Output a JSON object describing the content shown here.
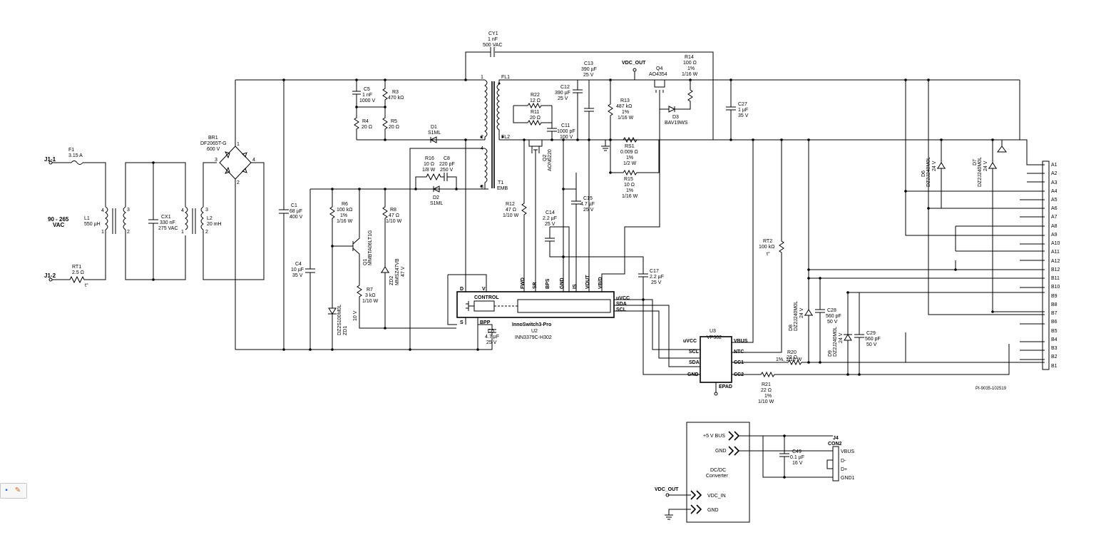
{
  "terminals": {
    "j1_1": "J1-1",
    "j1_2": "J1-2",
    "vac_1": "90 - 265",
    "vac_2": "VAC",
    "vdc_out_top": "VDC_OUT",
    "vdc_out_bottom": "VDC_OUT"
  },
  "parts": {
    "f1": [
      "F1",
      "3.15 A"
    ],
    "rt1": [
      "RT1",
      "2.5 Ω",
      "t°"
    ],
    "l1": [
      "L1",
      "550 µH"
    ],
    "cx1": [
      "CX1",
      "330 nF",
      "275 VAC"
    ],
    "l2": [
      "L2",
      "20 mH"
    ],
    "br1": [
      "BR1",
      "DF2065T-G",
      "600 V"
    ],
    "c1": [
      "C1",
      "68 µF",
      "400 V"
    ],
    "c4": [
      "C4",
      "10 µF",
      "35 V"
    ],
    "c5": [
      "C5",
      "1 nF",
      "1000 V"
    ],
    "r3": [
      "R3",
      "470 kΩ"
    ],
    "r4": [
      "R4",
      "20 Ω"
    ],
    "r5": [
      "R5",
      "20 Ω"
    ],
    "d1": [
      "D1",
      "S1ML"
    ],
    "cy1": [
      "CY1",
      "1 nF",
      "500 VAC"
    ],
    "r16": [
      "R16",
      "10 Ω",
      "1/8 W"
    ],
    "c8": [
      "C8",
      "220 pF",
      "250 V"
    ],
    "d2": [
      "D2",
      "S1ML"
    ],
    "r6": [
      "R6",
      "100 kΩ",
      "1%",
      "1/16 W"
    ],
    "r8": [
      "R8",
      "47 Ω",
      "1/10 W"
    ],
    "q1": [
      "Q1",
      "MMBTA06LT1G"
    ],
    "zd2": [
      "ZD2",
      "MMSZ47VB",
      "47 V"
    ],
    "r7": [
      "R7",
      "3 kΩ",
      "1/10 W"
    ],
    "zd1": [
      "ZD1",
      "DZ2S100M0L",
      "10 V"
    ],
    "t1": [
      "T1",
      "EMB"
    ],
    "fl": [
      "FL1",
      "FL2"
    ],
    "r22": [
      "R22",
      "12 Ω"
    ],
    "r11": [
      "R11",
      "20 Ω"
    ],
    "c11": [
      "C11",
      "1000 pF",
      "100 V"
    ],
    "c12": [
      "C12",
      "390 µF",
      "25 V"
    ],
    "q2": [
      "Q2",
      "AON6220"
    ],
    "c13": [
      "C13",
      "390 µF",
      "25 V"
    ],
    "r12": [
      "R12",
      "47 Ω",
      "1/10 W"
    ],
    "c14": [
      "C14",
      "2.2 µF",
      "25 V"
    ],
    "c15": [
      "C15",
      "4.7 µF",
      "25 V"
    ],
    "r13": [
      "R13",
      "487 kΩ",
      "1%",
      "1/16 W"
    ],
    "rs1": [
      "RS1",
      "0.009 Ω",
      "1%",
      "1/2 W"
    ],
    "r15": [
      "R15",
      "10 Ω",
      "1%",
      "1/16 W"
    ],
    "q4": [
      "Q4",
      "AO4354"
    ],
    "r14": [
      "R14",
      "100 Ω",
      "1%",
      "1/16 W"
    ],
    "d3": [
      "D3",
      "BAV19WS"
    ],
    "c27": [
      "C27",
      "1 µF",
      "35 V"
    ],
    "c17": [
      "C17",
      "2.2 µF",
      "25 V"
    ],
    "c6": [
      "C6",
      "4.7 µF",
      "25 V"
    ],
    "u2": [
      "InnoSwitch3-Pro",
      "U2",
      "INN3379C-H302"
    ],
    "u3": [
      "U3",
      "VP302"
    ],
    "rt2": [
      "RT2",
      "100 kΩ",
      "t°"
    ],
    "d8": [
      "D8",
      "DZ2J240M0L",
      "24 V"
    ],
    "c28": [
      "C28",
      "560 pF",
      "50 V"
    ],
    "d9": [
      "D9",
      "DZ2J240M0L",
      "24 V"
    ],
    "c29": [
      "C29",
      "560 pF",
      "50 V"
    ],
    "r20": [
      "R20",
      "22 Ω",
      "1%, 1/10 W"
    ],
    "r21": [
      "R21",
      "22 Ω",
      "1%",
      "1/10 W"
    ],
    "d6": [
      "D6",
      "DZ2J240M0L",
      "24 V"
    ],
    "d7": [
      "D7",
      "DZ2J240M0L",
      "24 V"
    ],
    "c49": [
      "C49",
      "0.1 µF",
      "16 V"
    ],
    "j4": [
      "J4",
      "CON2"
    ]
  },
  "u2_pins": [
    "D",
    "V",
    "FWD",
    "SR",
    "BPS",
    "GND",
    "IS",
    "VOUT",
    "VB/D",
    "uVCC",
    "SDA",
    "SCL",
    "S",
    "BPP",
    "CONTROL"
  ],
  "u3_pins": [
    "uVCC",
    "SCL",
    "SDA",
    "GND",
    "VBUS",
    "NTC",
    "CC1",
    "CC2",
    "EPAD"
  ],
  "dcdc": {
    "title_1": "DC/DC",
    "title_2": "Converter",
    "pins": [
      "+5 V BUS",
      "GND",
      "VDC_IN",
      "GND"
    ]
  },
  "j4_pins": [
    "VBUS",
    "D-",
    "D+",
    "GND1"
  ],
  "connector_pins": [
    "A1",
    "A2",
    "A3",
    "A4",
    "A5",
    "A6",
    "A7",
    "A8",
    "A9",
    "A10",
    "A11",
    "A12",
    "B12",
    "B11",
    "B10",
    "B9",
    "B8",
    "B7",
    "B6",
    "B5",
    "B4",
    "B3",
    "B2",
    "B1"
  ],
  "pin_numbers": {
    "n1": "1",
    "n2": "2",
    "n3": "3",
    "n4": "4"
  },
  "drawing_number": "PI-9035-102519",
  "toolbar": {
    "icon_1": "grid-icon",
    "icon_2": "plugin-icon"
  }
}
